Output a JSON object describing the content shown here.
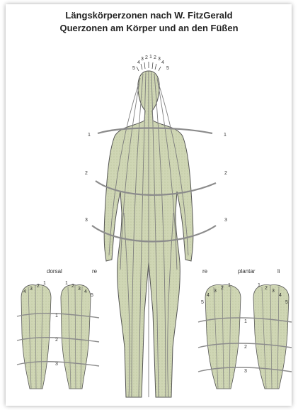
{
  "page": {
    "title_line1": "Längskörperzonen nach W. FitzGerald",
    "title_line2": "Querzonen am Körper und an den Füßen"
  },
  "head_zone_numbers": [
    "5",
    "4",
    "3",
    "2",
    "1",
    "2",
    "3",
    "4",
    "5"
  ],
  "transverse_zones": {
    "left": [
      "1",
      "2",
      "3"
    ],
    "right": [
      "1",
      "2",
      "3"
    ]
  },
  "feet": {
    "left_group": {
      "label_view": "dorsal",
      "label_side": "re"
    },
    "right_group": {
      "label_side": "re",
      "label_view": "plantar",
      "label_side_2": "li"
    },
    "foot_zone_numbers": [
      "1",
      "2",
      "3"
    ],
    "left_foot_toes": [
      "4",
      "3",
      "2",
      "1"
    ],
    "right_foot_toes": [
      "1",
      "2",
      "3",
      "4",
      "5"
    ],
    "plantar_left_toes": [
      "5",
      "4",
      "3",
      "2",
      "1"
    ],
    "plantar_right_toes": [
      "1",
      "2",
      "3",
      "4",
      "5"
    ]
  },
  "colors": {
    "body_fill": "#cfd6b4",
    "line_color": "#7d7d7d",
    "zone_line": "#8c8c8c",
    "outline": "#555555"
  }
}
